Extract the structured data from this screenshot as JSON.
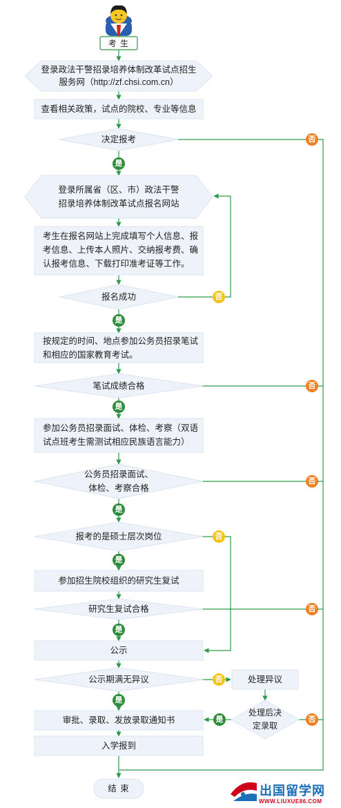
{
  "colors": {
    "box_fill": "#eef3fa",
    "line": "#2d9a4a",
    "yes_badge": "#2e8b3a",
    "no_badge": "#f07f1f",
    "no_badge_alt": "#f2c318",
    "logo_red": "#d0021b",
    "logo_blue": "#1b6fb8"
  },
  "nodes": {
    "start_label": "考  生",
    "step_login_national": [
      "登录政法干警招录培养体制改革试点招生",
      "服务网（http://zf.chsi.com.cn）"
    ],
    "step_view_policy": "查看相关政策，试点的院校、专业等信息",
    "decision_apply": "决定报考",
    "step_login_province": [
      "登录所属省（区、市）政法干警",
      "招录培养体制改革试点报名网站"
    ],
    "step_fill_info": [
      "考生在报名网站上完成填写个人信息、报",
      "考信息、上传本人照片、交纳报考费、确",
      "认报考信息、下载打印准考证等工作。"
    ],
    "decision_reg_success": "报名成功",
    "step_written_exam": [
      "按规定的时间、地点参加公务员招录笔试",
      "和相应的国家教育考试。"
    ],
    "decision_written_pass": "笔试成绩合格",
    "step_interview": [
      "参加公务员招录面试、体检、考察（双语",
      "试点班考生需测试相应民族语言能力）"
    ],
    "decision_interview_pass": [
      "公务员招录面试、",
      "体检、考察合格"
    ],
    "decision_master": "报考的是硕士层次岗位",
    "step_retest": "参加招生院校组织的研究生复试",
    "decision_retest_pass": "研究生复试合格",
    "step_publicity": "公示",
    "decision_no_objection": "公示期满无异议",
    "step_handle_objection": "处理异议",
    "decision_after_handling": [
      "处理后决",
      "定录取"
    ],
    "step_admission": "审批、录取、发放录取通知书",
    "step_enroll": "入学报到",
    "end_label": "结  束"
  },
  "badges": {
    "yes": "是",
    "no": "否"
  },
  "logo": {
    "name": "出国留学网",
    "url": "WWW.LIUXUE86.COM"
  }
}
